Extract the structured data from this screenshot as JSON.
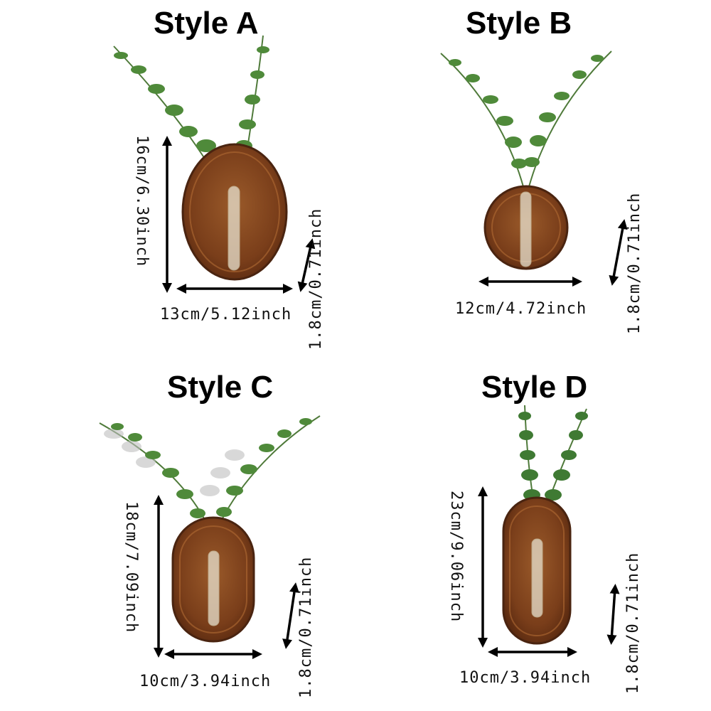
{
  "colors": {
    "wood": "#8a4a22",
    "wood_dark": "#5a2c12",
    "leaf": "#4f8a3a",
    "leaf_dark": "#2f6a2a",
    "arrow": "#000000"
  },
  "styles": [
    {
      "title": "Style A",
      "height": "16cm/6.30inch",
      "width": "13cm/5.12inch",
      "depth": "1.8cm/0.71inch"
    },
    {
      "title": "Style B",
      "width": "12cm/4.72inch",
      "depth": "1.8cm/0.71inch"
    },
    {
      "title": "Style C",
      "height": "18cm/7.09inch",
      "width": "10cm/3.94inch",
      "depth": "1.8cm/0.71inch"
    },
    {
      "title": "Style D",
      "height": "23cm/9.06inch",
      "width": "10cm/3.94inch",
      "depth": "1.8cm/0.71inch"
    }
  ]
}
